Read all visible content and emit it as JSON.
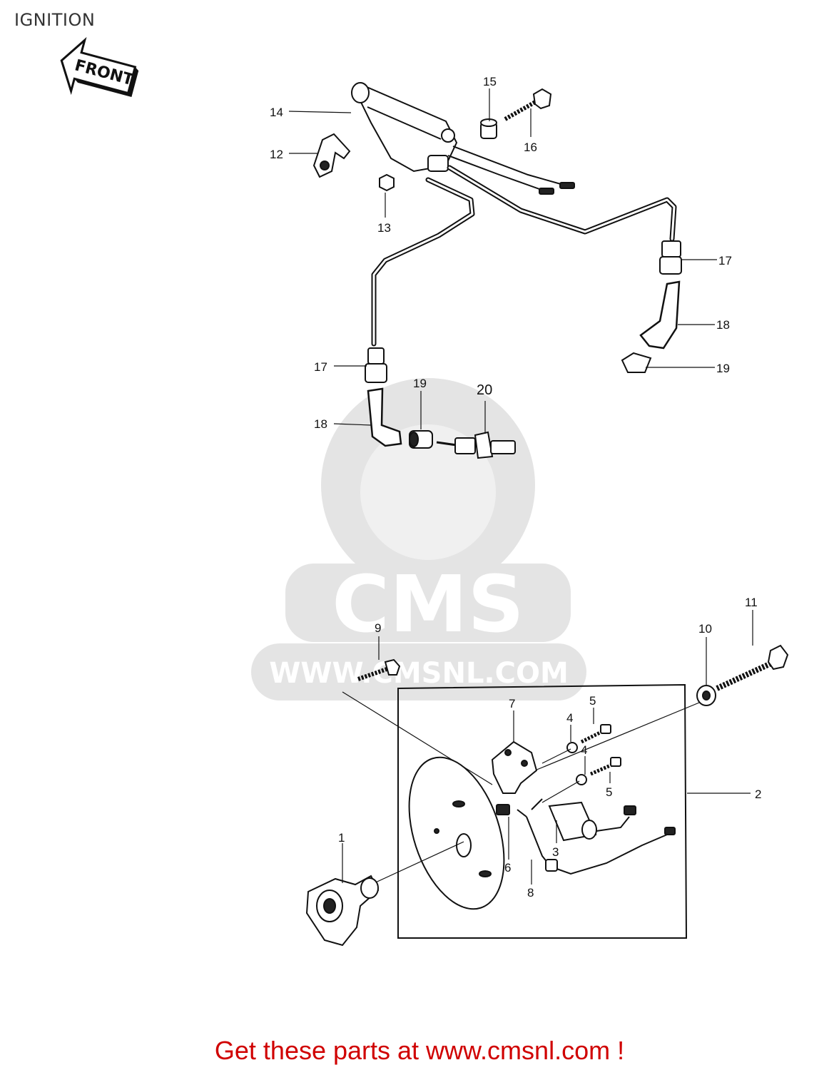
{
  "page": {
    "title": "IGNITION",
    "front_label": "FRONT",
    "watermark_text": "CMS",
    "watermark_url": "WWW.CMSNL.COM",
    "footer": "Get these parts at www.cmsnl.com !"
  },
  "callouts": {
    "c1": "1",
    "c2": "2",
    "c3": "3",
    "c4a": "4",
    "c4b": "4",
    "c5a": "5",
    "c5b": "5",
    "c6": "6",
    "c7": "7",
    "c8": "8",
    "c9": "9",
    "c10": "10",
    "c11": "11",
    "c12": "12",
    "c13": "13",
    "c14": "14",
    "c15": "15",
    "c16": "16",
    "c17a": "17",
    "c17b": "17",
    "c18a": "18",
    "c18b": "18",
    "c19a": "19",
    "c19b": "19",
    "c20": "20"
  }
}
